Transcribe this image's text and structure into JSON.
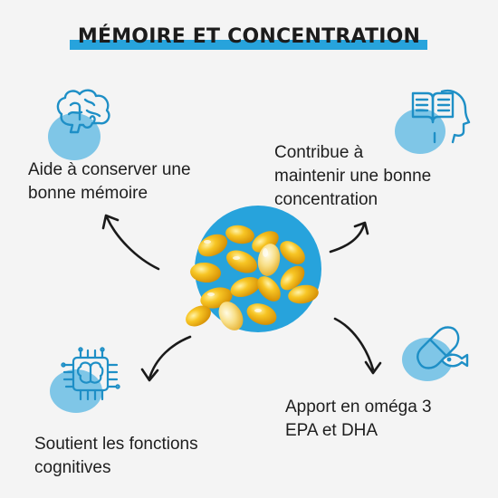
{
  "title": "MÉMOIRE ET CONCENTRATION",
  "benefits": [
    {
      "id": "memory",
      "label": "Aide à conserver une\nbonne mémoire",
      "icon": "brain-icon"
    },
    {
      "id": "concentration",
      "label": "Contribue à\nmaintenir une bonne\nconcentration",
      "icon": "head-book-icon"
    },
    {
      "id": "cognitive",
      "label": "Soutient les fonctions\ncognitives",
      "icon": "circuit-brain-icon"
    },
    {
      "id": "omega",
      "label": "Apport en oméga 3\nEPA et DHA",
      "icon": "capsule-fish-icon"
    }
  ],
  "colors": {
    "accent": "#27a3dc",
    "icon_blob": "#7fc6e7",
    "icon_stroke": "#1e8fc6",
    "capsule": "#f3b512",
    "background": "#f4f4f4"
  },
  "center_image": "omega-3-softgel-capsules"
}
